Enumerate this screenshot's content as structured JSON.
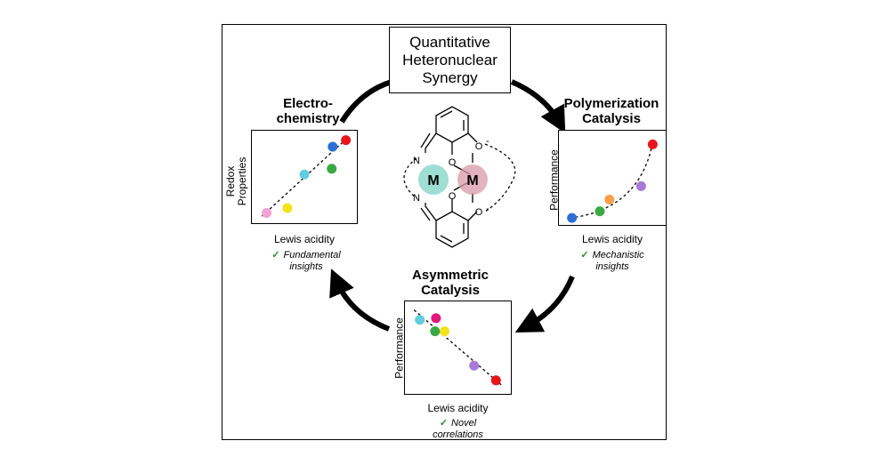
{
  "title": {
    "lines": [
      "Quantitative",
      "Heteronuclear",
      "Synergy"
    ]
  },
  "colors": {
    "red": "#e8161b",
    "blue": "#2b6fd6",
    "green": "#3aa845",
    "cyan": "#63cde0",
    "yellow": "#f2e21c",
    "pink": "#f5a3d3",
    "orange": "#f7a04a",
    "purple": "#a67ad6",
    "magenta": "#e0177a",
    "teal_metal": "#7fd3c4",
    "rose_metal": "#d89aa8",
    "check": "#2e8b2e"
  },
  "panels": [
    {
      "id": "electrochemistry",
      "heading": [
        "Electro-",
        "chemistry"
      ],
      "ylabel": [
        "Redox",
        "Properties"
      ],
      "xlabel": "Lewis acidity",
      "note_check": "✓",
      "note": [
        "Fundamental",
        "insights"
      ],
      "trend": "linear-increasing",
      "points": [
        {
          "color": "red",
          "x": 0.94,
          "y": 0.95
        },
        {
          "color": "blue",
          "x": 0.8,
          "y": 0.87
        },
        {
          "color": "green",
          "x": 0.79,
          "y": 0.6
        },
        {
          "color": "cyan",
          "x": 0.5,
          "y": 0.53
        },
        {
          "color": "yellow",
          "x": 0.32,
          "y": 0.12
        },
        {
          "color": "pink",
          "x": 0.1,
          "y": 0.06
        }
      ]
    },
    {
      "id": "polymerization",
      "heading": [
        "Polymerization",
        "Catalysis"
      ],
      "ylabel": [
        "Performance"
      ],
      "xlabel": "Lewis acidity",
      "note_check": "✓",
      "note": [
        "Mechanistic",
        "insights"
      ],
      "trend": "exponential-increasing",
      "points": [
        {
          "color": "red",
          "x": 0.92,
          "y": 0.9
        },
        {
          "color": "purple",
          "x": 0.8,
          "y": 0.4
        },
        {
          "color": "orange",
          "x": 0.47,
          "y": 0.24
        },
        {
          "color": "green",
          "x": 0.37,
          "y": 0.1
        },
        {
          "color": "blue",
          "x": 0.08,
          "y": 0.02
        }
      ]
    },
    {
      "id": "asymmetric",
      "heading": [
        "Asymmetric",
        "Catalysis"
      ],
      "ylabel": [
        "Performance"
      ],
      "xlabel": "Lewis acidity",
      "note_check": "✓",
      "note": [
        "Novel",
        "correlations"
      ],
      "trend": "linear-decreasing",
      "points": [
        {
          "color": "cyan",
          "x": 0.1,
          "y": 0.84
        },
        {
          "color": "magenta",
          "x": 0.27,
          "y": 0.86
        },
        {
          "color": "green",
          "x": 0.26,
          "y": 0.7
        },
        {
          "color": "yellow",
          "x": 0.36,
          "y": 0.7
        },
        {
          "color": "purple",
          "x": 0.67,
          "y": 0.28
        },
        {
          "color": "red",
          "x": 0.9,
          "y": 0.1
        }
      ]
    }
  ],
  "molecule": {
    "metal_left": "M",
    "metal_right": "M",
    "atoms": {
      "n_top": "N",
      "n_bottom": "N",
      "o_top_left": "O",
      "o_top_right": "O",
      "o_bottom_left": "O",
      "o_bottom_right": "O"
    },
    "charge_top": "-",
    "charge_bottom": "-"
  }
}
